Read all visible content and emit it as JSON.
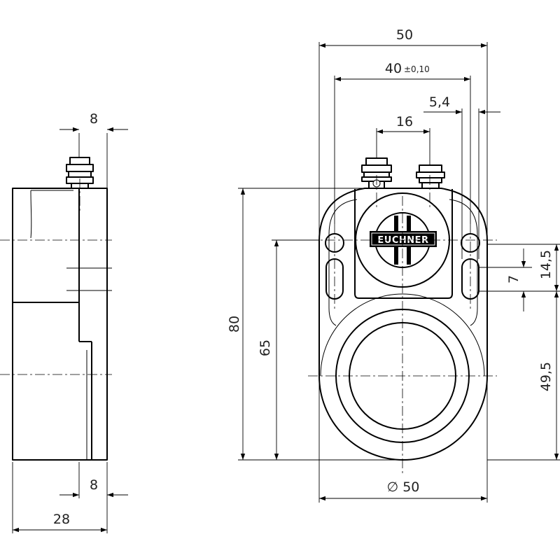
{
  "dimensions": {
    "side_top_width": "8",
    "side_bottom_width": "8",
    "side_total_width": "28",
    "front_width": "50",
    "front_hole_spacing": "40",
    "front_hole_tolerance": "±0,10",
    "front_offset": "5,4",
    "connector_spacing": "16",
    "total_height": "80",
    "hole_height": "65",
    "slot_height": "14,5",
    "slot_gap": "7",
    "bottom_height": "49,5",
    "ring_diameter": "∅ 50"
  },
  "logo_text": "EUCHNER"
}
